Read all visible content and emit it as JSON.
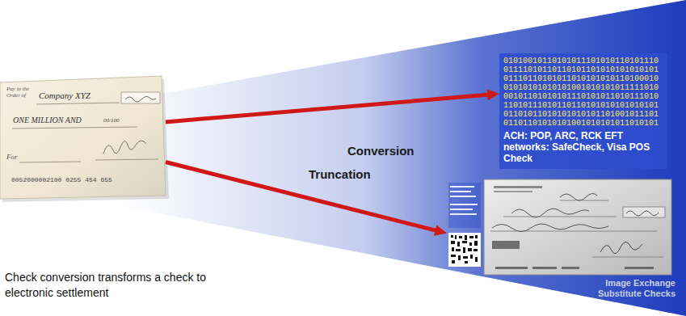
{
  "diagram": {
    "caption": "Check conversion transforms a check to electronic settlement",
    "nodes": [
      {
        "text": [
          "Pay to the Order of",
          "Company XYZ",
          "ONE MILLION AND",
          "00/100",
          "For",
          "0052000002100 0255 454 655"
        ]
      },
      {
        "text": [
          "01010010110101011101010110101110 01111010110110101101010101010101 01110110101011010101010110100010 01010101010101001010101011111010 00101101010101110101011010111010 11010111010110110101010101010101 01101011010101010101101001011101 01101101010101001010101011010101",
          "ACH: POP, ARC, RCK EFT networks: SafeCheck, Visa POS Check"
        ]
      },
      {
        "text": [
          "Image Exchange Substitute Checks"
        ]
      }
    ],
    "edges": [
      {
        "from": 0,
        "to": 1,
        "arrow": "to",
        "label": "Conversion"
      },
      {
        "from": 0,
        "to": 2,
        "arrow": "to",
        "label": "Truncation"
      }
    ]
  }
}
